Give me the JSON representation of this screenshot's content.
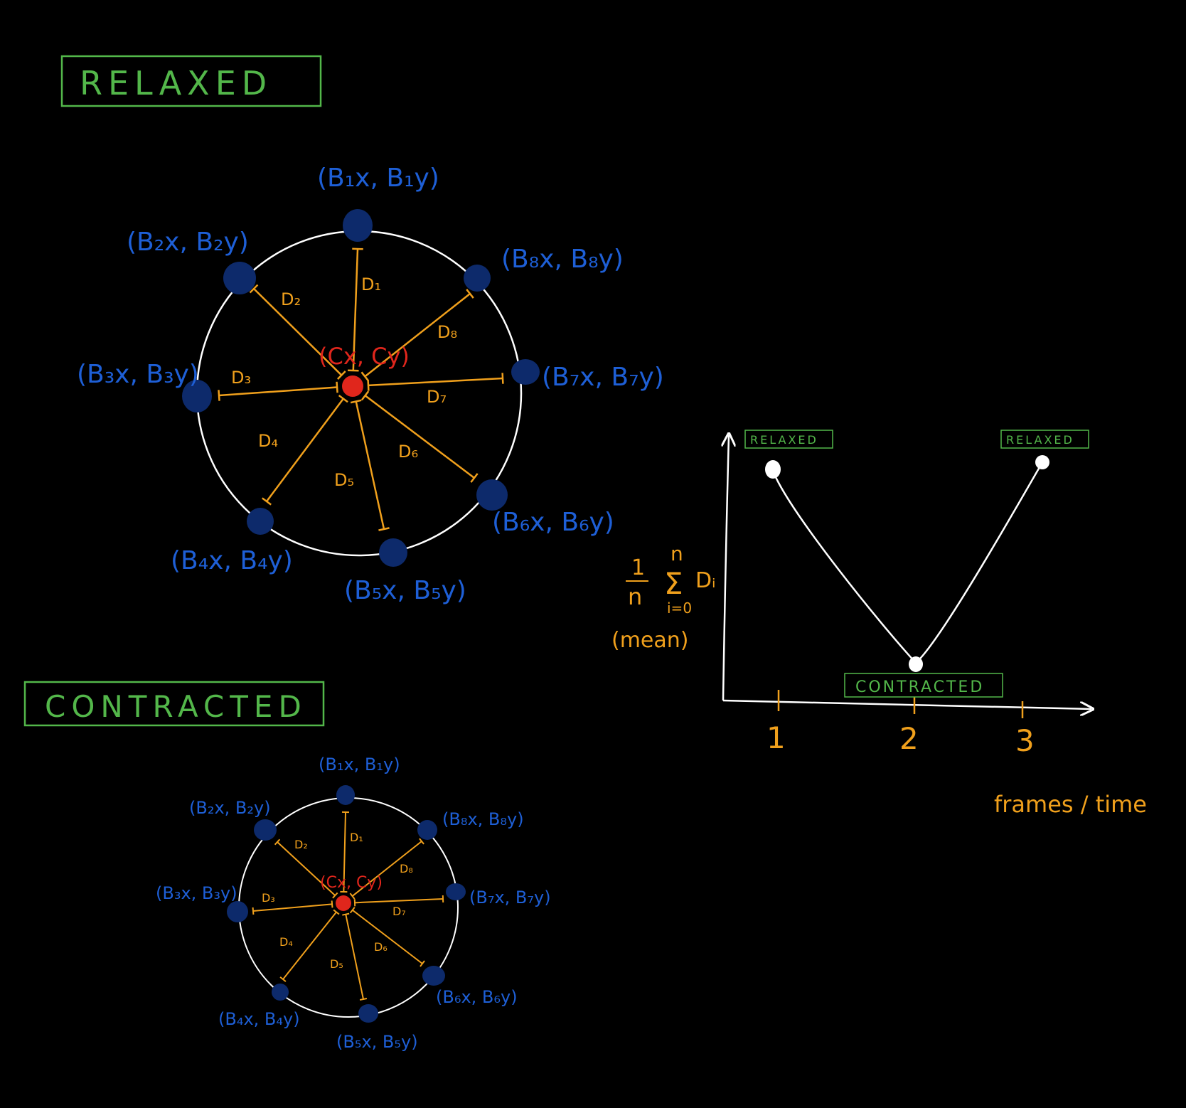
{
  "colors": {
    "background": "#000000",
    "label_green": "#53b74a",
    "bead_blue": "#0d2a6b",
    "coord_blue": "#1e5fd6",
    "distance_orange": "#f0a01c",
    "center_red": "#e0261c",
    "circle_white": "#ffffff"
  },
  "relaxed": {
    "title": "RELAXED",
    "center_label": "(Cx, Cy)",
    "beads": [
      {
        "label": "(B₁x, B₁y)",
        "distance": "D₁"
      },
      {
        "label": "(B₂x, B₂y)",
        "distance": "D₂"
      },
      {
        "label": "(B₃x, B₃y)",
        "distance": "D₃"
      },
      {
        "label": "(B₄x, B₄y)",
        "distance": "D₄"
      },
      {
        "label": "(B₅x, B₅y)",
        "distance": "D₅"
      },
      {
        "label": "(B₆x, B₆y)",
        "distance": "D₆"
      },
      {
        "label": "(B₇x, B₇y)",
        "distance": "D₇"
      },
      {
        "label": "(B₈x, B₈y)",
        "distance": "D₈"
      }
    ]
  },
  "contracted": {
    "title": "CONTRACTED",
    "center_label": "(Cx, Cy)",
    "beads": [
      {
        "label": "(B₁x, B₁y)",
        "distance": "D₁"
      },
      {
        "label": "(B₂x, B₂y)",
        "distance": "D₂"
      },
      {
        "label": "(B₃x, B₃y)",
        "distance": "D₃"
      },
      {
        "label": "(B₄x, B₄y)",
        "distance": "D₄"
      },
      {
        "label": "(B₅x, B₅y)",
        "distance": "D₅"
      },
      {
        "label": "(B₆x, B₆y)",
        "distance": "D₆"
      },
      {
        "label": "(B₇x, B₇y)",
        "distance": "D₇"
      },
      {
        "label": "(B₈x, B₈y)",
        "distance": "D₈"
      }
    ]
  },
  "graph": {
    "y_label_formula": {
      "frac_num": "1",
      "frac_den": "n",
      "sum_top": "n",
      "sum_symbol": "Σ",
      "sum_bottom": "i=0",
      "term": "Dᵢ"
    },
    "y_label_note": "(mean)",
    "x_label": "frames / time",
    "x_ticks": [
      "1",
      "2",
      "3"
    ],
    "point_labels": [
      "RELAXED",
      "CONTRACTED",
      "RELAXED"
    ]
  }
}
